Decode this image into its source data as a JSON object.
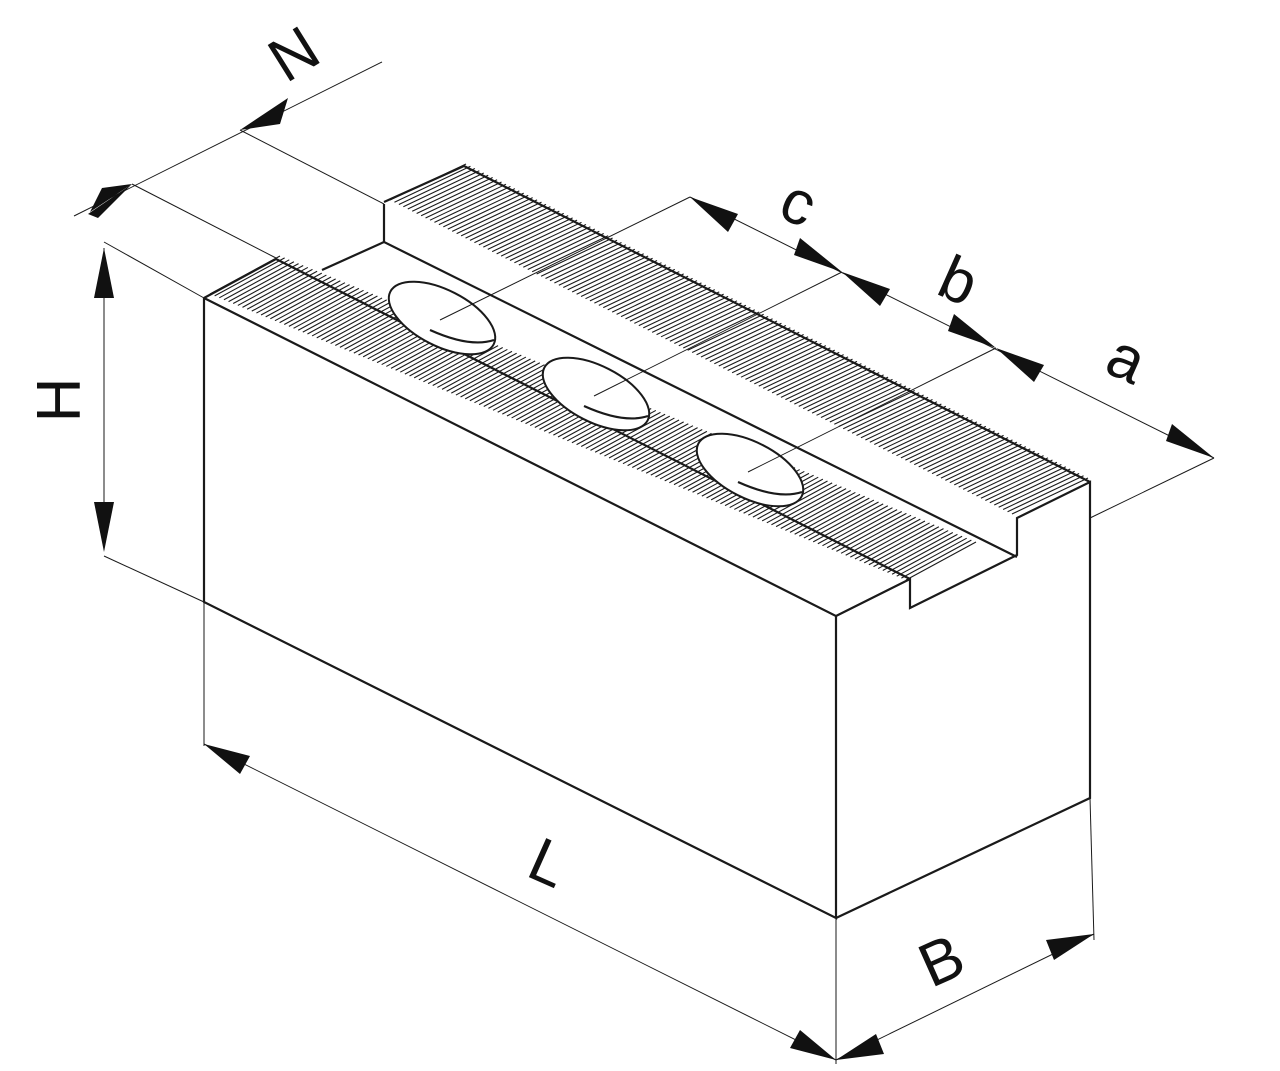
{
  "diagram": {
    "labels": {
      "N": "N",
      "c": "c",
      "b": "b",
      "a": "a",
      "H": "H",
      "L": "L",
      "B": "B"
    },
    "line_color": "#1a1a1a",
    "background": "#ffffff",
    "hole_count": 3
  }
}
